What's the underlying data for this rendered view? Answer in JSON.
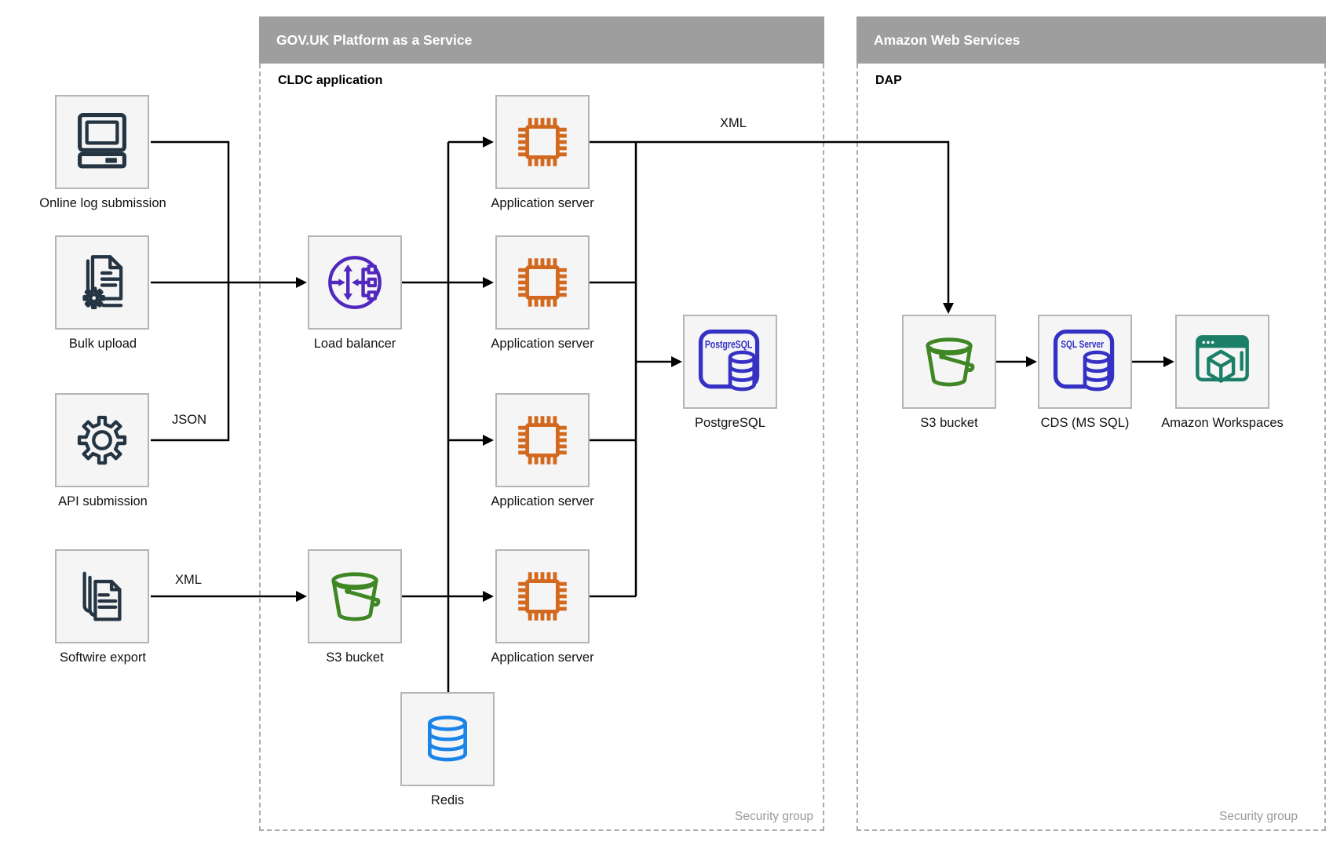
{
  "containers": {
    "govuk": {
      "title": "GOV.UK Platform as a Service",
      "subtitle": "CLDC application",
      "footer": "Security group"
    },
    "aws": {
      "title": "Amazon Web Services",
      "subtitle": "DAP",
      "footer": "Security group"
    }
  },
  "nodes": {
    "online_log": {
      "label": "Online log submission"
    },
    "bulk_upload": {
      "label": "Bulk upload"
    },
    "api_submission": {
      "label": "API submission"
    },
    "softwire_export": {
      "label": "Softwire export"
    },
    "load_balancer": {
      "label": "Load balancer"
    },
    "app_server_1": {
      "label": "Application server"
    },
    "app_server_2": {
      "label": "Application server"
    },
    "app_server_3": {
      "label": "Application server"
    },
    "app_server_4": {
      "label": "Application server"
    },
    "postgresql": {
      "label": "PostgreSQL"
    },
    "s3_bucket_paas": {
      "label": "S3 bucket"
    },
    "redis": {
      "label": "Redis"
    },
    "s3_bucket_dap": {
      "label": "S3 bucket"
    },
    "cds": {
      "label": "CDS (MS SQL)"
    },
    "workspaces": {
      "label": "Amazon Workspaces"
    }
  },
  "edge_labels": {
    "api_json": "JSON",
    "softwire_xml": "XML",
    "app_to_dap_xml": "XML"
  },
  "icon_texts": {
    "postgresql": "PostgreSQL",
    "sql_server": "SQL Server"
  },
  "edges": [
    {
      "from": "Online log submission",
      "to": "Load balancer",
      "label": ""
    },
    {
      "from": "Bulk upload",
      "to": "Load balancer",
      "label": ""
    },
    {
      "from": "API submission",
      "to": "Load balancer",
      "label": "JSON"
    },
    {
      "from": "Softwire export",
      "to": "S3 bucket (PaaS)",
      "label": "XML"
    },
    {
      "from": "Load balancer",
      "to": "Application servers",
      "label": ""
    },
    {
      "from": "S3 bucket (PaaS)",
      "to": "Application servers",
      "label": ""
    },
    {
      "from": "Application servers",
      "to": "PostgreSQL",
      "label": ""
    },
    {
      "from": "Application servers",
      "to": "Redis",
      "label": ""
    },
    {
      "from": "Application server",
      "to": "S3 bucket (DAP)",
      "label": "XML"
    },
    {
      "from": "S3 bucket (DAP)",
      "to": "CDS (MS SQL)",
      "label": ""
    },
    {
      "from": "CDS (MS SQL)",
      "to": "Amazon Workspaces",
      "label": ""
    }
  ],
  "colors": {
    "header_bg": "#9e9e9e",
    "container_border": "#ababab",
    "box_fill": "#f5f5f5",
    "box_border": "#b5b5b5",
    "navy": "#243442",
    "orange": "#d2691e",
    "purple": "#5227be",
    "green": "#3f8624",
    "indigo": "#3431c4",
    "blue": "#1b84e8",
    "teal": "#1b7f68",
    "edge": "#000000",
    "label": "#111111",
    "muted": "#999999"
  }
}
